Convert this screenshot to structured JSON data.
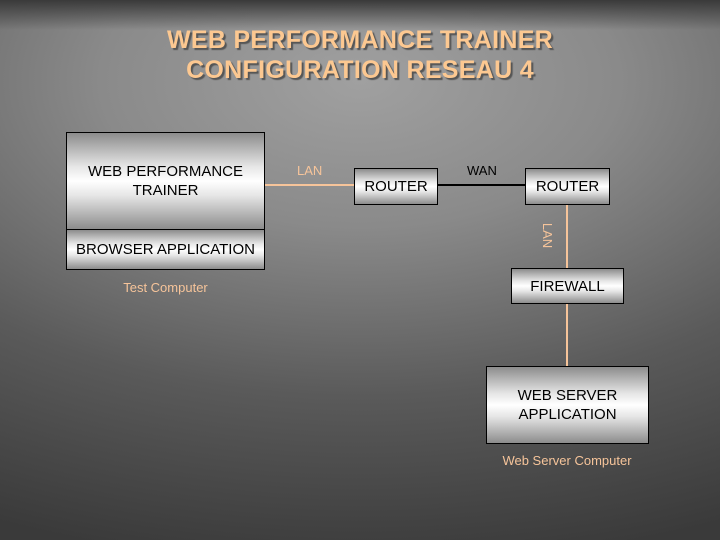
{
  "title": {
    "line1": "WEB PERFORMANCE TRAINER",
    "line2": "CONFIGURATION RESEAU 4"
  },
  "nodes": {
    "trainer": "WEB PERFORMANCE TRAINER",
    "browser": "BROWSER APPLICATION",
    "router1": "ROUTER",
    "router2": "ROUTER",
    "firewall": "FIREWALL",
    "webserver": "WEB SERVER APPLICATION"
  },
  "links": {
    "lan1": "LAN",
    "wan": "WAN",
    "lan2": "LAN"
  },
  "captions": {
    "test_computer": "Test Computer",
    "web_server_computer": "Web Server Computer"
  },
  "colors": {
    "accent": "#fcc891",
    "line": "#f6c49a"
  }
}
